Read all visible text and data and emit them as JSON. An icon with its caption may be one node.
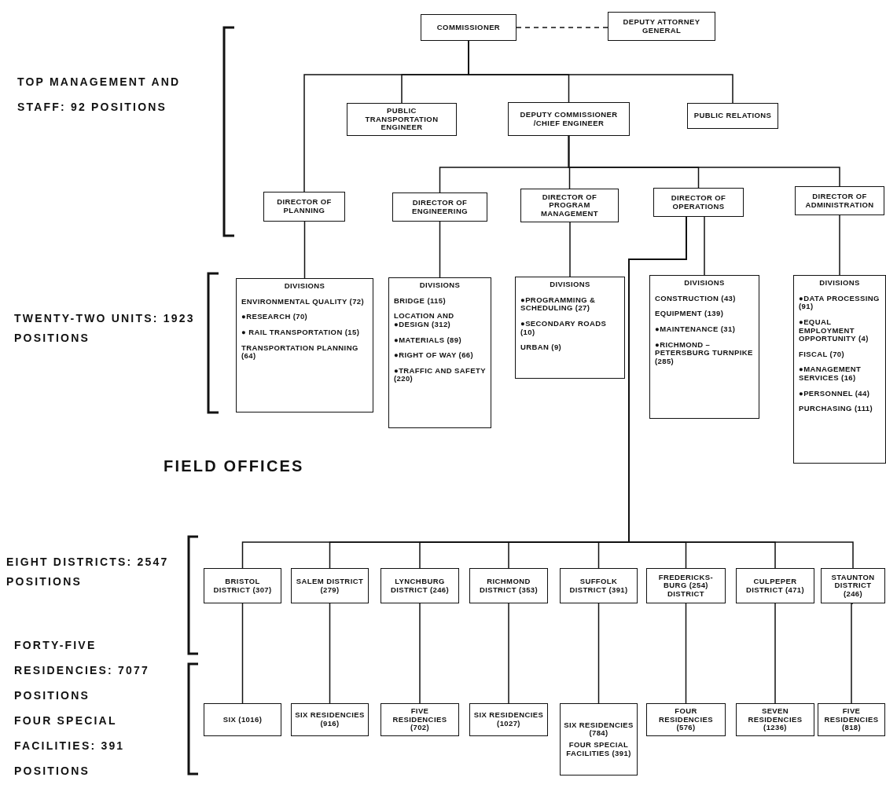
{
  "diagram": {
    "nodes": [
      {
        "text": [
          "COMMISSIONER"
        ]
      },
      {
        "text": [
          "DEPUTY ATTORNEY GENERAL"
        ]
      },
      {
        "text": [
          "PUBLIC TRANSPORTATION ENGINEER"
        ]
      },
      {
        "text": [
          "DEPUTY COMMISSIONER /CHIEF ENGINEER"
        ]
      },
      {
        "text": [
          "PUBLIC RELATIONS"
        ]
      },
      {
        "text": [
          "DIRECTOR OF PLANNING"
        ]
      },
      {
        "text": [
          "DIRECTOR OF ENGINEERING"
        ]
      },
      {
        "text": [
          "DIRECTOR OF PROGRAM MANAGEMENT"
        ]
      },
      {
        "text": [
          "DIRECTOR OF OPERATIONS"
        ]
      },
      {
        "text": [
          "DIRECTOR OF ADMINISTRATION"
        ]
      },
      {
        "text": [
          "DIVISIONS",
          "ENVIRONMENTAL QUALITY (72)",
          "●RESEARCH (70)",
          "● RAIL TRANSPORTATION (15)",
          "TRANSPORTATION PLANNING (64)"
        ]
      },
      {
        "text": [
          "DIVISIONS",
          "BRIDGE (115)",
          "LOCATION AND ●DESIGN (312)",
          "●MATERIALS (89)",
          "●RIGHT OF WAY (66)",
          "●TRAFFIC AND SAFETY (220)"
        ]
      },
      {
        "text": [
          "DIVISIONS",
          "●PROGRAMMING & SCHEDULING (27)",
          "●SECONDARY ROADS (10)",
          "URBAN (9)"
        ]
      },
      {
        "text": [
          "DIVISIONS",
          "CONSTRUCTION (43)",
          "EQUIPMENT (139)",
          "●MAINTENANCE (31)",
          "●RICHMOND – PETERSBURG TURNPIKE (285)"
        ]
      },
      {
        "text": [
          "DIVISIONS",
          "●DATA PROCESSING (91)",
          "●EQUAL EMPLOYMENT OPPORTUNITY (4)",
          "FISCAL (70)",
          "●MANAGEMENT SERVICES (16)",
          "●PERSONNEL (44)",
          "PURCHASING (111)"
        ]
      },
      {
        "text": [
          "BRISTOL DISTRICT (307)"
        ]
      },
      {
        "text": [
          "SALEM DISTRICT (279)"
        ]
      },
      {
        "text": [
          "LYNCHBURG DISTRICT (246)"
        ]
      },
      {
        "text": [
          "RICHMOND DISTRICT (353)"
        ]
      },
      {
        "text": [
          "SUFFOLK DISTRICT (391)"
        ]
      },
      {
        "text": [
          "FREDERICKS-BURG (254) DISTRICT"
        ]
      },
      {
        "text": [
          "CULPEPER DISTRICT (471)"
        ]
      },
      {
        "text": [
          "STAUNTON DISTRICT (246)"
        ]
      },
      {
        "text": [
          "SIX (1016)"
        ]
      },
      {
        "text": [
          "SIX RESIDENCIES (916)"
        ]
      },
      {
        "text": [
          "FIVE RESIDENCIES (702)"
        ]
      },
      {
        "text": [
          "SIX RESIDENCIES (1027)"
        ]
      },
      {
        "text": [
          "SIX RESIDENCIES (784)",
          "FOUR SPECIAL FACILITIES (391)"
        ]
      },
      {
        "text": [
          "FOUR RESIDENCIES (576)"
        ]
      },
      {
        "text": [
          "SEVEN RESIDENCIES (1236)"
        ]
      },
      {
        "text": [
          "FIVE RESIDENCIES (818)"
        ]
      }
    ],
    "edges": [
      {
        "from": 0,
        "to": 1,
        "arrow": "none",
        "style": "dashed"
      },
      {
        "from": 0,
        "to": 2,
        "arrow": "none"
      },
      {
        "from": 0,
        "to": 3,
        "arrow": "none"
      },
      {
        "from": 0,
        "to": 4,
        "arrow": "none"
      },
      {
        "from": 0,
        "to": 5,
        "arrow": "none"
      },
      {
        "from": 3,
        "to": 6,
        "arrow": "none"
      },
      {
        "from": 3,
        "to": 7,
        "arrow": "none"
      },
      {
        "from": 3,
        "to": 8,
        "arrow": "none"
      },
      {
        "from": 3,
        "to": 9,
        "arrow": "none"
      },
      {
        "from": 5,
        "to": 10,
        "arrow": "none"
      },
      {
        "from": 6,
        "to": 11,
        "arrow": "none"
      },
      {
        "from": 7,
        "to": 12,
        "arrow": "none"
      },
      {
        "from": 8,
        "to": 13,
        "arrow": "none"
      },
      {
        "from": 9,
        "to": 14,
        "arrow": "none"
      },
      {
        "from": 8,
        "to": 15,
        "arrow": "none"
      },
      {
        "from": 8,
        "to": 16,
        "arrow": "none"
      },
      {
        "from": 8,
        "to": 17,
        "arrow": "none"
      },
      {
        "from": 8,
        "to": 18,
        "arrow": "none"
      },
      {
        "from": 8,
        "to": 19,
        "arrow": "none"
      },
      {
        "from": 8,
        "to": 20,
        "arrow": "none"
      },
      {
        "from": 8,
        "to": 21,
        "arrow": "none"
      },
      {
        "from": 8,
        "to": 22,
        "arrow": "none"
      },
      {
        "from": 15,
        "to": 23,
        "arrow": "none"
      },
      {
        "from": 16,
        "to": 24,
        "arrow": "none"
      },
      {
        "from": 17,
        "to": 25,
        "arrow": "none"
      },
      {
        "from": 18,
        "to": 26,
        "arrow": "none"
      },
      {
        "from": 19,
        "to": 27,
        "arrow": "none"
      },
      {
        "from": 20,
        "to": 28,
        "arrow": "none"
      },
      {
        "from": 21,
        "to": 29,
        "arrow": "none"
      },
      {
        "from": 22,
        "to": 30,
        "arrow": "none"
      }
    ],
    "labels": [
      "TOP MANAGEMENT AND STAFF: 92 POSITIONS",
      "TWENTY-TWO UNITS: 1923 POSITIONS",
      "FIELD OFFICES",
      "EIGHT DISTRICTS: 2547 POSITIONS",
      "FORTY-FIVE RESIDENCIES: 7077 POSITIONS",
      "FOUR SPECIAL FACILITIES: 391 POSITIONS"
    ]
  }
}
